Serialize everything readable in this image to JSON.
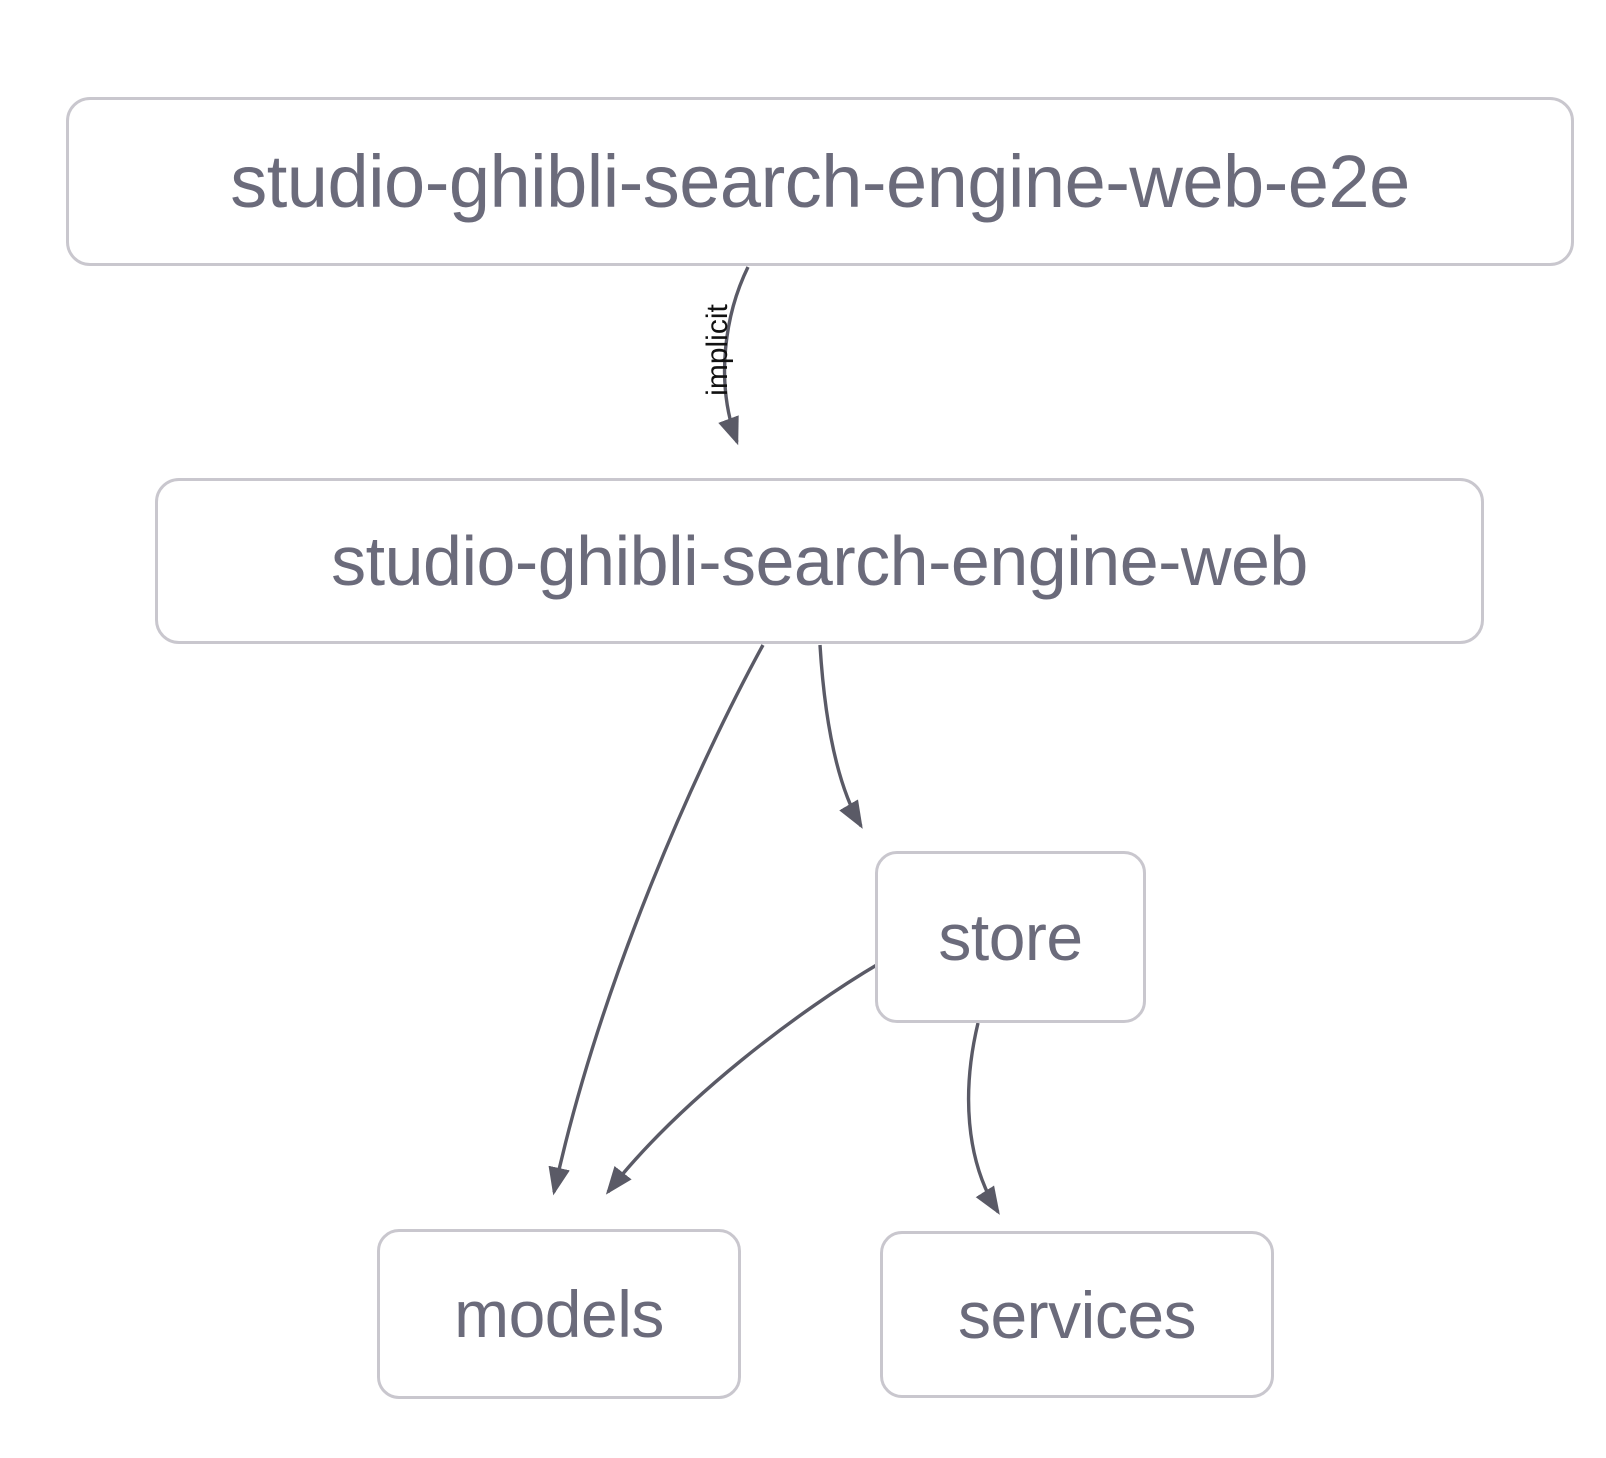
{
  "diagram": {
    "type": "dependency-graph",
    "background_color": "#ffffff",
    "node_border_color": "#c9c7ce",
    "node_text_color": "#6b6b7b",
    "edge_color": "#5a5a66",
    "edge_label_color": "#111111",
    "nodes": [
      {
        "id": "e2e",
        "label": "studio-ghibli-search-engine-web-e2e"
      },
      {
        "id": "web",
        "label": "studio-ghibli-search-engine-web"
      },
      {
        "id": "store",
        "label": "store"
      },
      {
        "id": "models",
        "label": "models"
      },
      {
        "id": "services",
        "label": "services"
      }
    ],
    "edges": [
      {
        "from": "e2e",
        "to": "web",
        "label": "implicit"
      },
      {
        "from": "web",
        "to": "models",
        "label": ""
      },
      {
        "from": "web",
        "to": "store",
        "label": ""
      },
      {
        "from": "store",
        "to": "models",
        "label": ""
      },
      {
        "from": "store",
        "to": "services",
        "label": ""
      }
    ]
  }
}
